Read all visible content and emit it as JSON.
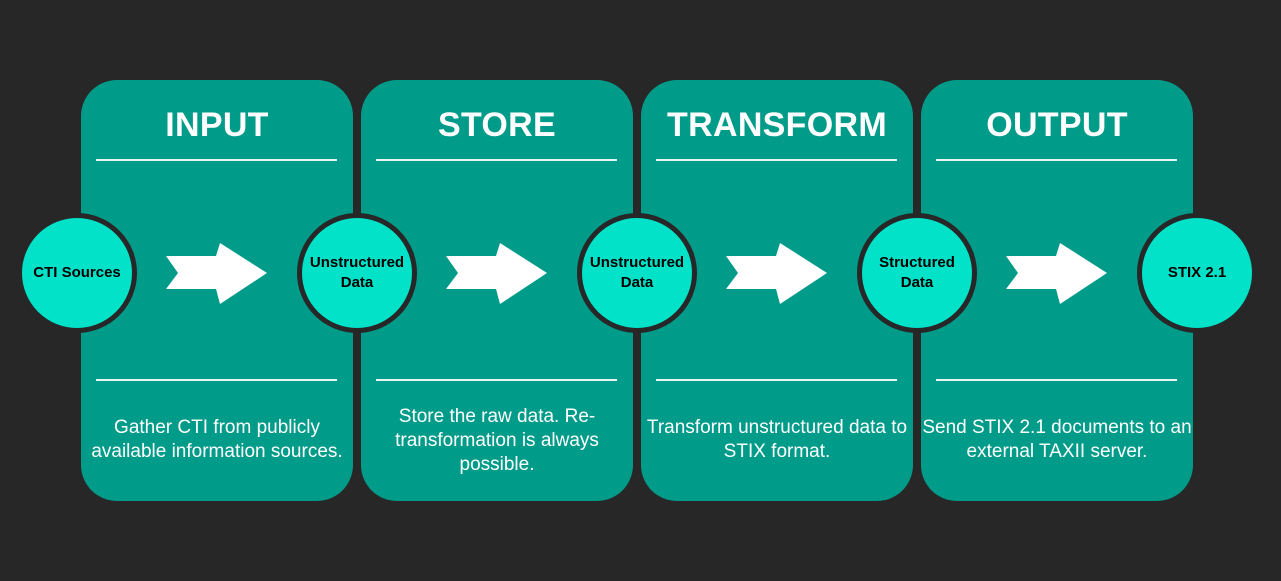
{
  "stages": [
    {
      "title": "INPUT",
      "description": "Gather CTI from publicly available information sources."
    },
    {
      "title": "STORE",
      "description": "Store the raw data. Re-transformation is always possible."
    },
    {
      "title": "TRANSFORM",
      "description": "Transform unstructured data to STIX format."
    },
    {
      "title": "OUTPUT",
      "description": "Send STIX 2.1 documents to an external TAXII server."
    }
  ],
  "nodes": [
    {
      "label": "CTI Sources"
    },
    {
      "label": "Unstructured Data"
    },
    {
      "label": "Unstructured Data"
    },
    {
      "label": "Structured Data"
    },
    {
      "label": "STIX 2.1"
    }
  ],
  "colors": {
    "background": "#272727",
    "card": "#009B89",
    "node": "#01E2C9",
    "text": "#ffffff"
  },
  "icons": {
    "arrow": "chevron-arrow-right-icon"
  }
}
